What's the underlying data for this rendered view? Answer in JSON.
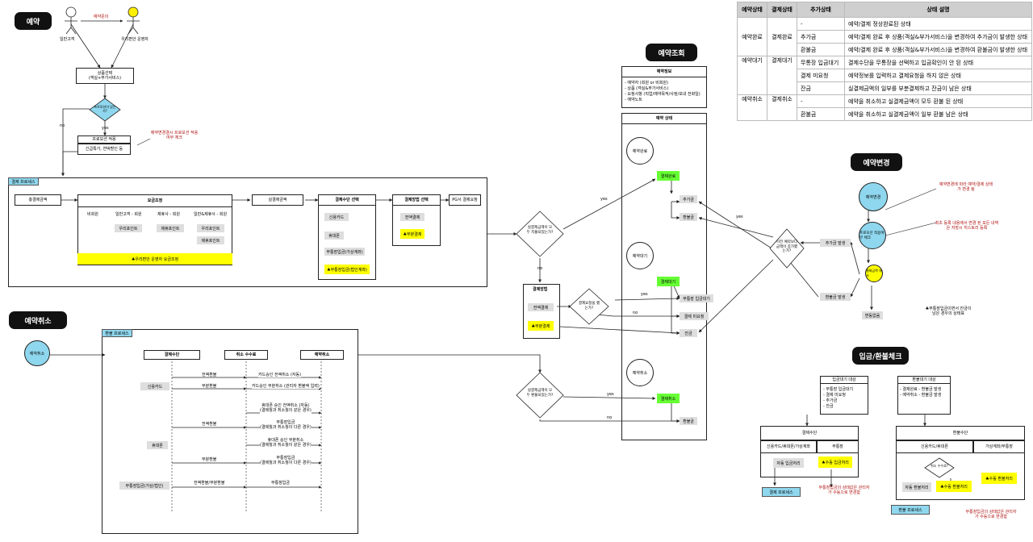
{
  "sections": {
    "reserve": "예약",
    "cancel": "예약취소",
    "inquiry": "예약조회",
    "change": "예약변경",
    "check": "입금/환불체크"
  },
  "actors": {
    "customer": "일반고객",
    "operator": "우리편안 운영자",
    "inquiry": "예약문의"
  },
  "booking": {
    "product_select": "상품선택\n(객실+부가서비스)",
    "promo_q": "프로모션이 있는가?",
    "yes": "yes",
    "no": "no",
    "promo_apply": "프로모션 적용",
    "promo_detail": "긴급특가, 연박할인 등",
    "promo_note": "예약변경결시 프로모션 적용여부 체크"
  },
  "payment_process": {
    "tag": "결제 프로세스",
    "total": "총결제금액",
    "fee": "요금조정",
    "cols": [
      "비회원",
      "일반고객 - 회원",
      "제휴사 - 회원",
      "일반&제휴사 - 회원"
    ],
    "point1": "우리포인트",
    "point2": "제휴포인트",
    "point3a": "우리포인트",
    "point3b": "제휴포인트",
    "operator_adjust": "♣우리편안 운영자 요금조정",
    "actual": "실결제금액",
    "method": "결제수단 선택",
    "m1": "신용카드",
    "m2": "휴대폰",
    "m3": "무통장입금(가상계좌)",
    "m4": "♣무통장입금(법인계좌)",
    "way": "결제방법 선택",
    "w1": "전액결제",
    "w2": "♣부분결제",
    "pg": "PG사 결제요청"
  },
  "flow": {
    "paid_all_q": "실결제금액이 모두 지불되었는가?",
    "yes": "yes",
    "no": "no",
    "pay_method": "결제방법",
    "full": "전액결제",
    "partial": "♣부분결제",
    "pay_req_q": "결제요청을 했는가?",
    "refund_all_q": "실결제금액이 모두 환불되었는가?"
  },
  "inquiry": {
    "info_title": "예약정보",
    "info_items": [
      "- 예약자 (회원 or 비회원)",
      "- 상품 (객실&부가서비스)",
      "- 요청사항 (직업/예약목적/사정/보내 전화일)",
      "- 예약노트"
    ],
    "state_title": "예약 상태",
    "done": "예약완료",
    "wait": "예약대기",
    "cancel": "예약취소",
    "pay_done": "결제완료",
    "add": "추가금",
    "refund": "환불금",
    "pay_wait": "결제대기",
    "unpaid_deposit": "무통장 입금대기",
    "pay_not_req": "결제 미요청",
    "balance": "잔금",
    "pay_cancel": "결제취소",
    "refund2": "환불금"
  },
  "change": {
    "node": "예약변경",
    "note1": "예약변경에 따라 예약/결제 상태가 변경 됨",
    "promo": "프로모션 적용여부 체크",
    "note2": "최초 등록 내용에서 변경 된 모든 내역은 저장시 히스토리 등록",
    "diff": "결제금액 체크",
    "diff_q": "이전 예약보다 금액이 증가했는가?",
    "add": "추가금 발생",
    "refund": "환불금 발생",
    "nochange": "변동없음",
    "yes": "yes",
    "note3": "♣무통장입금이면서 잔금이 남은 경우의 상태표"
  },
  "status_table": {
    "headers": [
      "예약상태",
      "결제상태",
      "추가상태",
      "상태 설명"
    ],
    "rows": [
      [
        "",
        "",
        "-",
        "예약/결제 정상완료된 상태"
      ],
      [
        "예약완료",
        "결제완료",
        "추가금",
        "예약/결제 완료 후 상품(객실&부가서비스)을 변경하여 추가금이 발생한 상태"
      ],
      [
        "",
        "",
        "환불금",
        "예약/결제 완료 후 상품(객실&부가서비스)을 변경하여 환불금이 발생한 상태"
      ],
      [
        "예약대기",
        "결제대기",
        "무통장 입금대기",
        "결제수단을 무통장을 선택하고 입금확인이 안 된 상태"
      ],
      [
        "",
        "",
        "결제 미요청",
        "예약정보를 입력하고 결제요청을 하지 않은 상태"
      ],
      [
        "",
        "",
        "잔금",
        "실결제금액의 일부를 부분결제하고 잔금이 남은 상태"
      ],
      [
        "예약취소",
        "결제취소",
        "-",
        "예약을 취소하고 실결제금액이 모두 환불 된 상태"
      ],
      [
        "",
        "",
        "환불금",
        "예약을 취소하고 실결제금액이 일부 환불 남은 상태"
      ]
    ]
  },
  "refund_process": {
    "node": "예약취소",
    "tag": "환불 프로세스",
    "h1": "결제수단",
    "h2": "취소 수수료",
    "h3": "예약취소",
    "card": "신용카드",
    "phone": "휴대폰",
    "bank": "무통장입금(가상/법인)",
    "m1": "전액환불",
    "m2": "부분환불",
    "m3": "전액환불",
    "m4": "부분환불",
    "m5": "전액환불/부분환불",
    "r1": "카드승인 전액취소 (자동)",
    "r2": "카드승인 부분취소 (관리자 환불액 입력)",
    "r3": "휴대폰 승인 전액취소 (자동)\n(결제월과 취소월이 같은 경우)",
    "r4": "무통장입금\n(결제월과 취소월이 다른 경우)",
    "r5": "휴대폰 승인 부분취소\n(결제월과 취소월이 같은 경우)",
    "r6": "무통장입금\n(결제월과 취소월이 다른 경우)",
    "r7": "무통장입금"
  },
  "deposit": {
    "left_title": "입금대기 대상",
    "left_items": [
      "- 무통장 입금대기",
      "- 결제 미요청",
      "- 추가금",
      "- 잔금"
    ],
    "right_title": "환불대기 대상",
    "right_items": [
      "- 결제완료 - 환불금 발생",
      "- 예약취소 - 환불금 발생"
    ],
    "pay_means": "결제수단",
    "col_a": "신용카드/휴대폰/가상계좌",
    "col_b": "무통장",
    "auto_in": "자동 입금처리",
    "manual_in": "♣수동 입금처리",
    "pay_tag": "결제 프로세스",
    "note_l": "무통장입금의 상태값은 관리자가 수동으로 변경함",
    "refund_means": "환불수단",
    "col_c": "신용카드/휴대폰",
    "col_d": "가상계좌/무통장",
    "fee_q": "취소 수수료?",
    "auto_out": "자동 환불처리",
    "manual_out1": "♣수동 환불처리",
    "manual_out2": "♣수동 환불처리",
    "refund_tag": "환불 프로세스",
    "note_r": "무통장입금의 상태값은 관리자가 수동으로 변경함"
  }
}
